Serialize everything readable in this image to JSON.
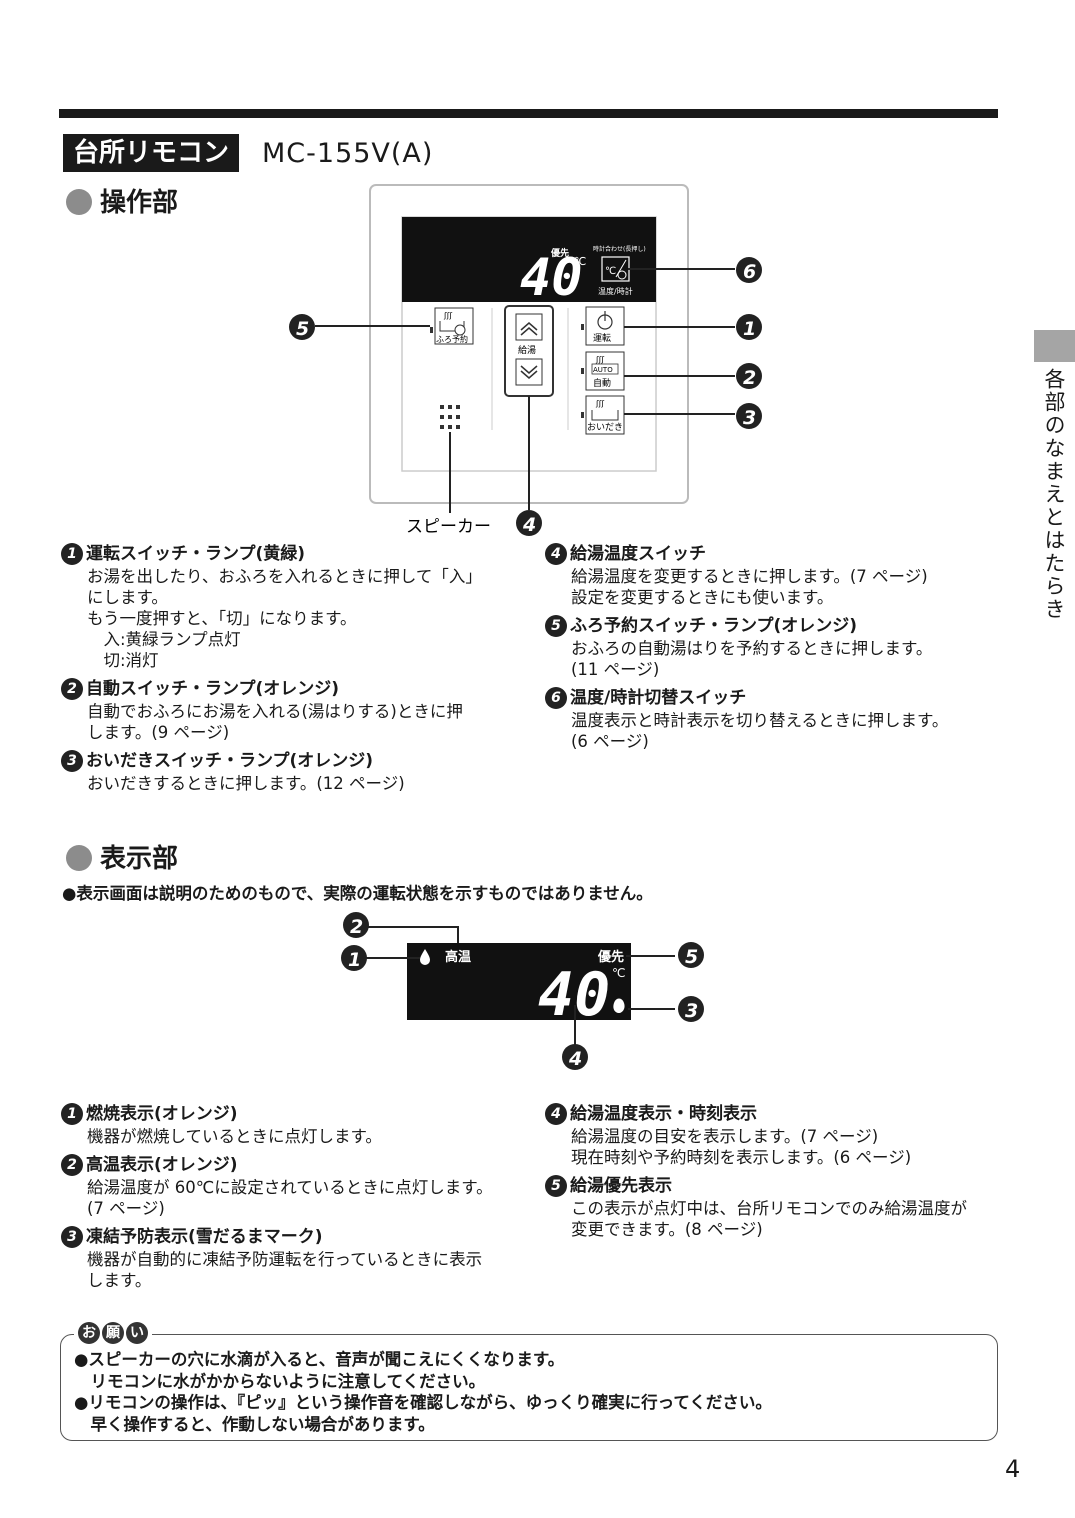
{
  "header": {
    "model_label": "台所リモコン",
    "model_name": "MC-155V(A)"
  },
  "side_tab": "各部のなまえとはたらき",
  "operation": {
    "heading": "操作部",
    "panel": {
      "display_temp": "40",
      "deg_unit": "℃",
      "priority_label": "優先",
      "clock_set_label": "時計合わせ(長押し)",
      "temp_clock_label": "温度/時計",
      "furo_yoyaku_label": "ふろ予約",
      "kyuto_label": "給湯",
      "unten_label": "運転",
      "auto_label": "AUTO",
      "jido_label": "自動",
      "oidaki_label": "おいだき"
    },
    "speaker_label": "スピーカー",
    "callouts": [
      "1",
      "2",
      "3",
      "4",
      "5",
      "6"
    ],
    "items_left": [
      {
        "num": "1",
        "title": "運転スイッチ・ランプ(黄緑)",
        "body": "お湯を出したり、おふろを入れるときに押して「入」\nにします。\nもう一度押すと、「切」になります。\n　入:黄緑ランプ点灯\n　切:消灯"
      },
      {
        "num": "2",
        "title": "自動スイッチ・ランプ(オレンジ)",
        "body": "自動でおふろにお湯を入れる(湯はりする)ときに押\nします。(9 ページ)"
      },
      {
        "num": "3",
        "title": "おいだきスイッチ・ランプ(オレンジ)",
        "body": "おいだきするときに押します。(12 ページ)"
      }
    ],
    "items_right": [
      {
        "num": "4",
        "title": "給湯温度スイッチ",
        "body": "給湯温度を変更するときに押します。(7 ページ)\n設定を変更するときにも使います。"
      },
      {
        "num": "5",
        "title": "ふろ予約スイッチ・ランプ(オレンジ)",
        "body": "おふろの自動湯はりを予約するときに押します。\n(11 ページ)"
      },
      {
        "num": "6",
        "title": "温度/時計切替スイッチ",
        "body": "温度表示と時計表示を切り替えるときに押します。\n(6 ページ)"
      }
    ]
  },
  "display": {
    "heading": "表示部",
    "note": "●表示画面は説明のためのもので、実際の運転状態を示すものではありません。",
    "panel": {
      "high_temp_label": "高温",
      "priority_label": "優先",
      "display_temp": "40",
      "deg_unit": "℃"
    },
    "callouts": [
      "1",
      "2",
      "3",
      "4",
      "5"
    ],
    "items_left": [
      {
        "num": "1",
        "title": "燃焼表示(オレンジ)",
        "body": "機器が燃焼しているときに点灯します。"
      },
      {
        "num": "2",
        "title": "高温表示(オレンジ)",
        "body": "給湯温度が 60℃に設定されているときに点灯します。\n(7 ページ)"
      },
      {
        "num": "3",
        "title": "凍結予防表示(雪だるまマーク)",
        "body": "機器が自動的に凍結予防運転を行っているときに表示\nします。"
      }
    ],
    "items_right": [
      {
        "num": "4",
        "title": "給湯温度表示・時刻表示",
        "body": "給湯温度の目安を表示します。(7 ページ)\n現在時刻や予約時刻を表示します。(6 ページ)"
      },
      {
        "num": "5",
        "title": "給湯優先表示",
        "body": "この表示が点灯中は、台所リモコンでのみ給湯温度が\n変更できます。(8 ページ)"
      }
    ]
  },
  "notice": {
    "badge": [
      "お",
      "願",
      "い"
    ],
    "lines": [
      "●スピーカーの穴に水滴が入ると、音声が聞こえにくくなります。\n　リモコンに水がかからないように注意してください。",
      "●リモコンの操作は、『ピッ』という操作音を確認しながら、ゆっくり確実に行ってください。\n　早く操作すると、作動しない場合があります。"
    ]
  },
  "page_number": "4"
}
